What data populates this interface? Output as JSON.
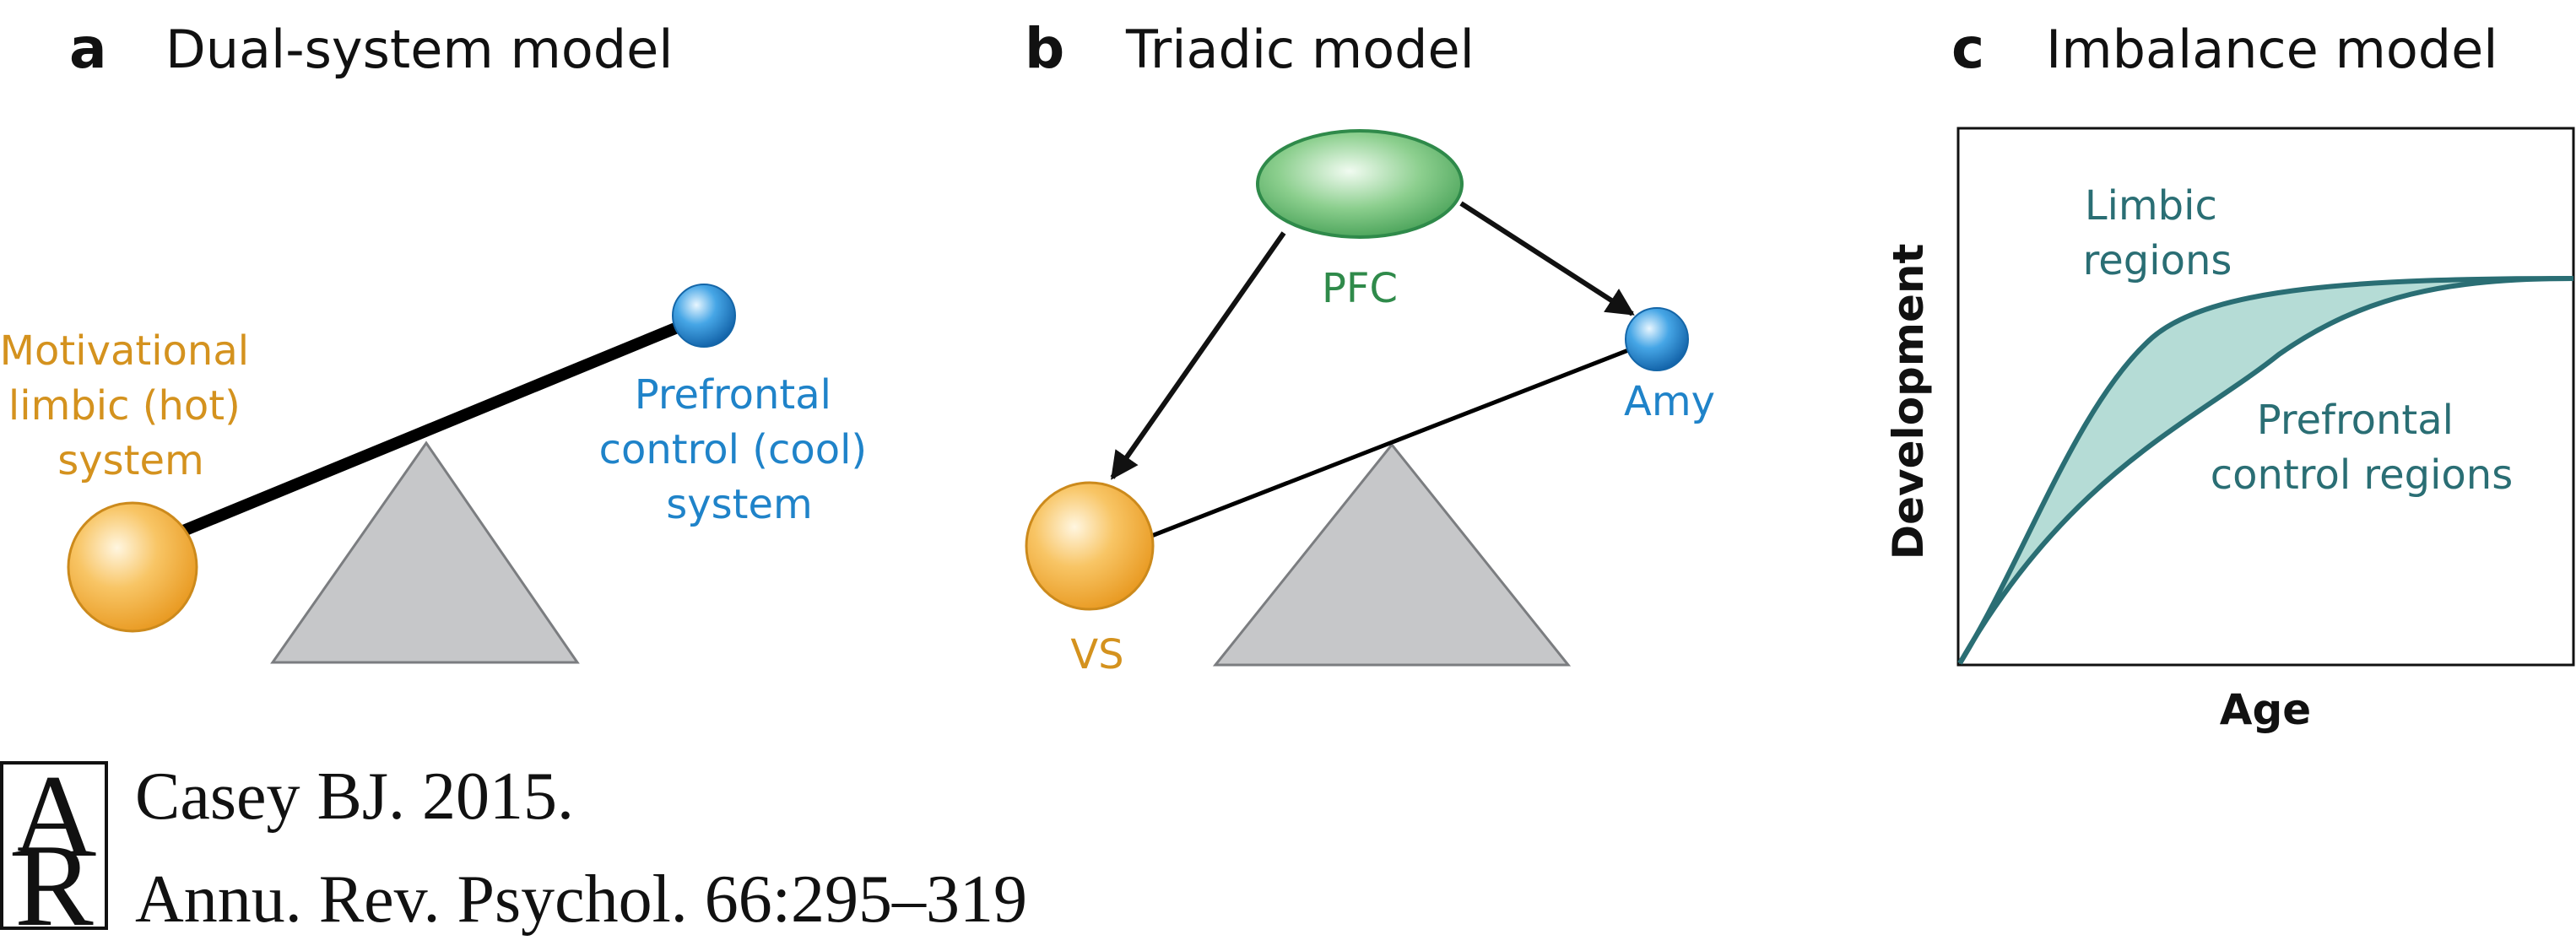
{
  "panels": {
    "a": {
      "letter": "a",
      "title": "Dual-system model",
      "hot_label": [
        "Motivational",
        "limbic (hot)",
        "system"
      ],
      "cool_label": [
        "Prefrontal",
        "control (cool)",
        "system"
      ]
    },
    "b": {
      "letter": "b",
      "title": "Triadic model",
      "pfc": "PFC",
      "amy": "Amy",
      "vs": "VS"
    },
    "c": {
      "letter": "c",
      "title": "Imbalance model",
      "limbic_label": [
        "Limbic",
        "regions"
      ],
      "prefrontal_label": [
        "Prefrontal",
        "control regions"
      ],
      "ylabel": "Development",
      "xlabel": "Age"
    }
  },
  "citation": {
    "logo_letters": [
      "A",
      "R"
    ],
    "line1": "Casey BJ. 2015.",
    "line2": "Annu. Rev. Psychol. 66:295–319"
  },
  "colors": {
    "orange": "#d4921e",
    "blue": "#1f83c9",
    "green": "#2f8a4a",
    "teal": "#2a6e74",
    "teal_fill": "#b5dcd6",
    "fulcrum": "#c6c7c9",
    "fulcrum_stroke": "#7b7d80"
  }
}
